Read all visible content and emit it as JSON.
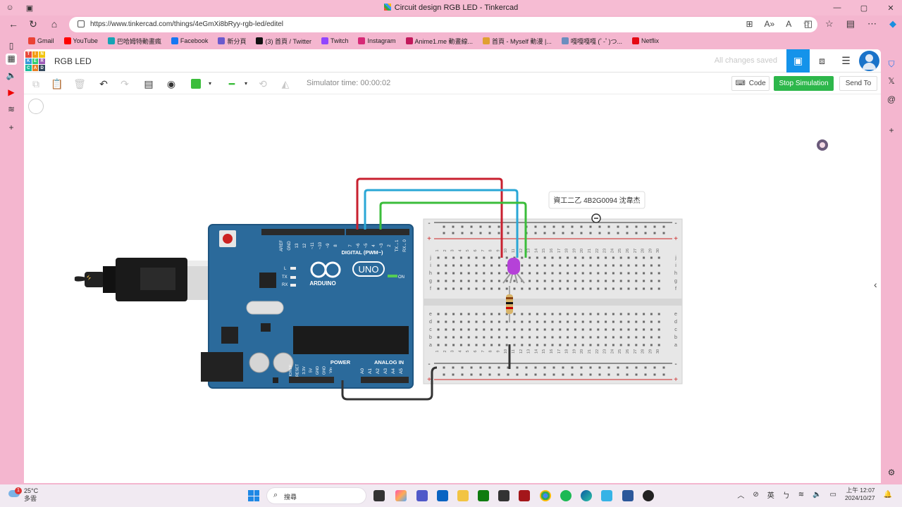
{
  "browser": {
    "window_title": "Circuit design RGB LED - Tinkercad",
    "url": "https://www.tinkercad.com/things/4eGmXi8bRyy-rgb-led/editel",
    "bookmarks": [
      {
        "label": "Gmail",
        "color": "#ea4335"
      },
      {
        "label": "YouTube",
        "color": "#ff0000"
      },
      {
        "label": "巴哈姆特動畫瘋",
        "color": "#16a3b5"
      },
      {
        "label": "Facebook",
        "color": "#1877f2"
      },
      {
        "label": "新分頁",
        "color": "#6a5acd"
      },
      {
        "label": "(3) 首頁 / Twitter",
        "color": "#111111"
      },
      {
        "label": "Twitch",
        "color": "#9146ff"
      },
      {
        "label": "Instagram",
        "color": "#d62976"
      },
      {
        "label": "Anime1.me 動畫線...",
        "color": "#c2185b"
      },
      {
        "label": "首頁 - Myself 動漫 |...",
        "color": "#e0a030"
      },
      {
        "label": "嘎嘎嘎嘎 (ﾟ-ﾟ)つ...",
        "color": "#6c8ebf"
      },
      {
        "label": "Netflix",
        "color": "#e50914"
      }
    ]
  },
  "app": {
    "project_name": "RGB LED",
    "save_status": "All changes saved",
    "logo_letters": [
      "T",
      "I",
      "N",
      "K",
      "E",
      "R",
      "C",
      "A",
      "D"
    ],
    "logo_colors": [
      "#e84a3c",
      "#f39c12",
      "#f1c40f",
      "#3498db",
      "#2ecc71",
      "#9b59b6",
      "#1abc9c",
      "#e67e22",
      "#34495e"
    ]
  },
  "toolbar": {
    "simulator_time": "Simulator time: 00:00:02",
    "code_label": "Code",
    "stop_label": "Stop Simulation",
    "send_label": "Send To",
    "color_swatch": "#3bbd3b"
  },
  "circuit": {
    "annotation": "資工二乙 4B2G0094 沈韋杰",
    "arduino": {
      "brand": "ARDUINO",
      "model": "UNO",
      "digital_label": "DIGITAL (PWM~)",
      "power_label": "POWER",
      "analog_label": "ANALOG IN",
      "on_label": "ON",
      "tx_label": "TX",
      "rx_label": "RX",
      "l_label": "L",
      "top_pins": [
        "AREF",
        "GND",
        "13",
        "12",
        "~11",
        "~10",
        "~9",
        "8",
        "7",
        "~6",
        "~5",
        "4",
        "~3",
        "2",
        "TX→1",
        "RX←0"
      ],
      "power_pins": [
        "IOREF",
        "RESET",
        "3.3V",
        "5V",
        "GND",
        "GND",
        "Vin"
      ],
      "analog_pins": [
        "A0",
        "A1",
        "A2",
        "A3",
        "A4",
        "A5"
      ]
    },
    "breadboard": {
      "row_letters_top": [
        "j",
        "i",
        "h",
        "g",
        "f"
      ],
      "row_letters_bottom": [
        "e",
        "d",
        "c",
        "b",
        "a"
      ],
      "col_numbers": [
        "1",
        "2",
        "3",
        "4",
        "5",
        "6",
        "7",
        "8",
        "9",
        "10",
        "11",
        "12",
        "13",
        "14",
        "15",
        "16",
        "17",
        "18",
        "19",
        "20",
        "21",
        "22",
        "23",
        "24",
        "25",
        "26",
        "27",
        "28",
        "29",
        "30"
      ],
      "plus": "+",
      "minus": "-"
    },
    "wires": {
      "red": "#c8202f",
      "blue": "#2aa7d6",
      "green": "#3bbd3b",
      "black": "#333333"
    },
    "led_color": "#b541d8"
  },
  "taskbar": {
    "weather_temp": "25°C",
    "weather_desc": "多雲",
    "weather_badge": "1",
    "search_placeholder": "搜尋",
    "ime_lang": "英",
    "clock_time": "上午 12:07",
    "clock_date": "2024/10/27"
  }
}
